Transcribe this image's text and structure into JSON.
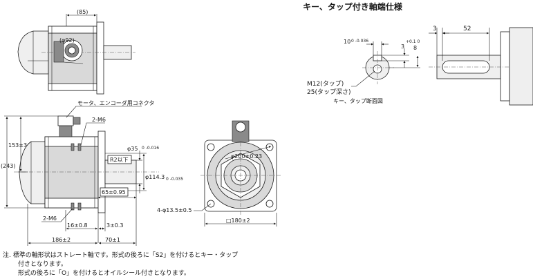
{
  "section_title": "キー、タップ付き軸端仕様",
  "top_view": {
    "dim_width": "(85)",
    "dim_phi": "(φ92)"
  },
  "side_view": {
    "connector_label": "モータ、エンコーダ用コネクタ",
    "tap_top": "2-M6",
    "tap_bottom": "2-M6",
    "height_153": "153±3",
    "height_243": "(243)",
    "phi35": "φ35",
    "phi35_tol": "0 -0.016",
    "r2": "R2以下",
    "phi114": "φ114.3",
    "phi114_tol": "0 -0.035",
    "len65": "65±0.95",
    "len16": "16±0.8",
    "len3": "3±0.3",
    "len186": "186±2",
    "len70": "70±1"
  },
  "front_view": {
    "phi200": "φ200±0.23",
    "holes": "4-φ13.5±0.5",
    "square": "□180±2"
  },
  "key_detail": {
    "width10": "10",
    "width10_tol": "0 -0.036",
    "depth3": "3",
    "depth3_tol": "+0.1 0",
    "dim8": "8",
    "tap_m12": "M12(タップ)",
    "tap_depth": "25(タップ深さ)",
    "caption": "キー、タップ断面図"
  },
  "shaft_detail": {
    "dim3": "3",
    "dim52": "52"
  },
  "notes": {
    "line1": "注. 標準の軸形状はストレート軸です。形式の後ろに「S2」を付けるとキー・タップ",
    "line2": "付きとなります。",
    "line3": "形式の後ろに「O」を付けるとオイルシール付きとなります。"
  }
}
